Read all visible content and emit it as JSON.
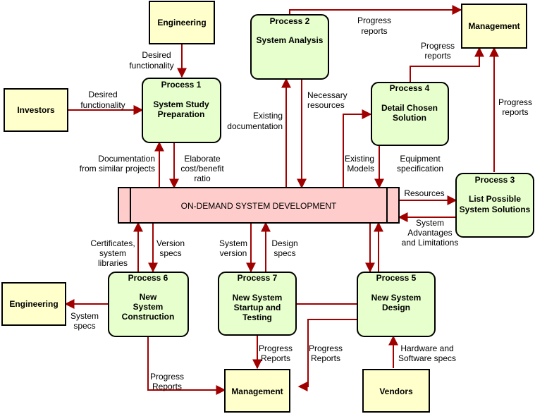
{
  "entities": {
    "engineering_top": "Engineering",
    "investors": "Investors",
    "management_top": "Management",
    "engineering_left": "Engineering",
    "management_bottom": "Management",
    "vendors": "Vendors"
  },
  "store": {
    "label": "ON-DEMAND SYSTEM DEVELOPMENT"
  },
  "processes": {
    "p1": {
      "num": "Process 1",
      "name": [
        "System Study",
        "Preparation"
      ]
    },
    "p2": {
      "num": "Process 2",
      "name": [
        "System Analysis"
      ]
    },
    "p3": {
      "num": "Process 3",
      "name": [
        "List Possible",
        "System Solutions"
      ]
    },
    "p4": {
      "num": "Process 4",
      "name": [
        "Detail Chosen",
        "Solution"
      ]
    },
    "p5": {
      "num": "Process 5",
      "name": [
        "New System",
        "Design"
      ]
    },
    "p6": {
      "num": "Process 6",
      "name": [
        "New",
        "System",
        "Construction"
      ]
    },
    "p7": {
      "num": "Process 7",
      "name": [
        "New System",
        "Startup and",
        "Testing"
      ]
    }
  },
  "flows": {
    "eng_p1": [
      "Desired",
      "functionality"
    ],
    "inv_p1": [
      "Desired",
      "functionality"
    ],
    "p2_mgmt": [
      "Progress",
      "reports"
    ],
    "p4_mgmt": [
      "Progress",
      "reports"
    ],
    "p3_mgmt": [
      "Progress",
      "reports"
    ],
    "store_p2": [
      "Existing",
      "documentation"
    ],
    "p2_store": [
      "Necessary",
      "resources"
    ],
    "store_p1": [
      "Documentation",
      "from similar projects"
    ],
    "p1_store": [
      "Elaborate",
      "cost/benefit",
      "ratio"
    ],
    "store_p4": [
      "Existing",
      "Models"
    ],
    "p4_store": [
      "Equipment",
      "specification"
    ],
    "store_p3": [
      "Resources"
    ],
    "p3_store": [
      "System",
      "Advantages",
      "and Limitations"
    ],
    "p6_store": [
      "Certificates,",
      "system",
      "libraries"
    ],
    "store_p6": [
      "Version",
      "specs"
    ],
    "p7_store_sys": [
      "System",
      "version"
    ],
    "store_p7": [
      "Design",
      "specs"
    ],
    "p6_eng": [
      "System",
      "specs"
    ],
    "p7_mgmt": [
      "Progress",
      "Reports"
    ],
    "p5_mgmt": [
      "Progress",
      "Reports"
    ],
    "p6_mgmt": [
      "Progress",
      "Reports"
    ],
    "vendors_p5": [
      "Hardware and",
      "Software specs"
    ]
  }
}
